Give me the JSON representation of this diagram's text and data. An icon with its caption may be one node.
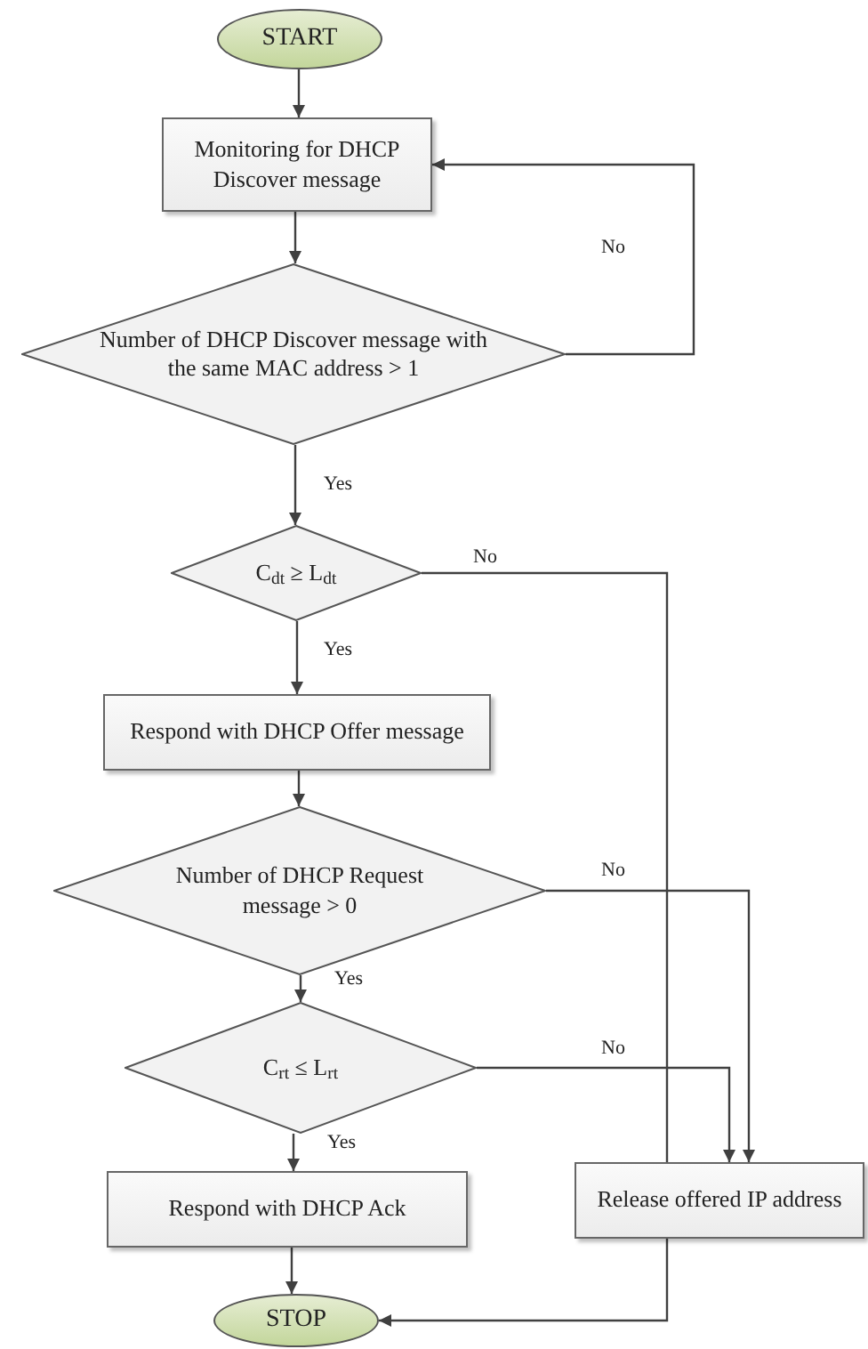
{
  "diagram": {
    "nodes": [
      {
        "text": [
          "START"
        ]
      },
      {
        "text": [
          "Monitoring for DHCP Discover message"
        ]
      },
      {
        "text": [
          "Number of DHCP Discover message with the same MAC address > 1"
        ]
      },
      {
        "text": [
          "C$_{dt}$ ≥ L$_{dt}$"
        ]
      },
      {
        "text": [
          "Respond with DHCP Offer message"
        ]
      },
      {
        "text": [
          "Number of DHCP Request message > 0"
        ]
      },
      {
        "text": [
          "C$_{rt}$ ≤ L$_{rt}$"
        ]
      },
      {
        "text": [
          "Respond with DHCP Ack"
        ]
      },
      {
        "text": [
          "Release offered IP address"
        ]
      },
      {
        "text": [
          "STOP"
        ]
      }
    ],
    "edges": [
      {
        "from": 0,
        "to": 1,
        "arrow": "to"
      },
      {
        "from": 1,
        "to": 2,
        "arrow": "to"
      },
      {
        "from": 2,
        "to": 1,
        "arrow": "to",
        "label": "No"
      },
      {
        "from": 2,
        "to": 3,
        "arrow": "to",
        "label": "Yes"
      },
      {
        "from": 3,
        "to": 8,
        "arrow": "none",
        "label": "No"
      },
      {
        "from": 3,
        "to": 4,
        "arrow": "to",
        "label": "Yes"
      },
      {
        "from": 4,
        "to": 5,
        "arrow": "to"
      },
      {
        "from": 5,
        "to": 8,
        "arrow": "to",
        "label": "No"
      },
      {
        "from": 5,
        "to": 6,
        "arrow": "to",
        "label": "Yes"
      },
      {
        "from": 6,
        "to": 8,
        "arrow": "to",
        "label": "No"
      },
      {
        "from": 6,
        "to": 7,
        "arrow": "to",
        "label": "Yes"
      },
      {
        "from": 7,
        "to": 9,
        "arrow": "to"
      },
      {
        "from": 8,
        "to": 9,
        "arrow": "to"
      }
    ]
  }
}
